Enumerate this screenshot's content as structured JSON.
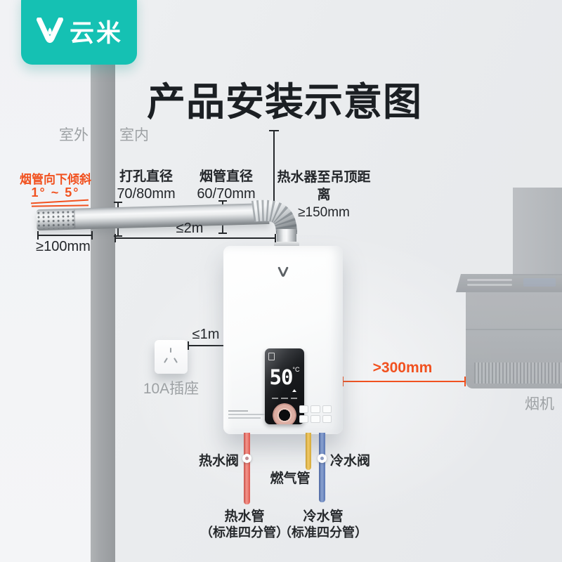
{
  "brand": {
    "name": "云米",
    "color": "#15C1B3"
  },
  "title": "产品安装示意图",
  "zones": {
    "outdoor": "室外",
    "indoor": "室内"
  },
  "dimensions": {
    "slope_title": "烟管向下倾斜",
    "slope_range": "1° ~ 5°",
    "hole": {
      "label": "打孔直径",
      "value": "70/80mm"
    },
    "flue": {
      "label": "烟管直径",
      "value": "60/70mm"
    },
    "ceiling": {
      "label": "热水器至吊顶距离",
      "value": "≥150mm"
    },
    "outdoor_overhang": "≥100mm",
    "horizontal_run": "≤2m",
    "socket_distance": "≤1m",
    "hood_clearance": ">300mm"
  },
  "socket": {
    "label": "10A插座"
  },
  "hood": {
    "label": "烟机"
  },
  "heater": {
    "temperature": "50",
    "unit": "°C"
  },
  "connections": {
    "hot_valve": "热水阀",
    "gas_pipe": "燃气管",
    "cold_valve": "冷水阀",
    "hot_pipe": "热水管",
    "hot_pipe_spec": "（标准四分管）",
    "cold_pipe": "冷水管",
    "cold_pipe_spec": "（标准四分管）"
  },
  "colors": {
    "accent_orange": "#F1511F",
    "brand_teal": "#15C1B3",
    "hot_red": "#E8625A",
    "gas_yellow": "#E3B643",
    "cold_blue": "#5C7AB8",
    "wall_gray": "#A3A6A9"
  }
}
